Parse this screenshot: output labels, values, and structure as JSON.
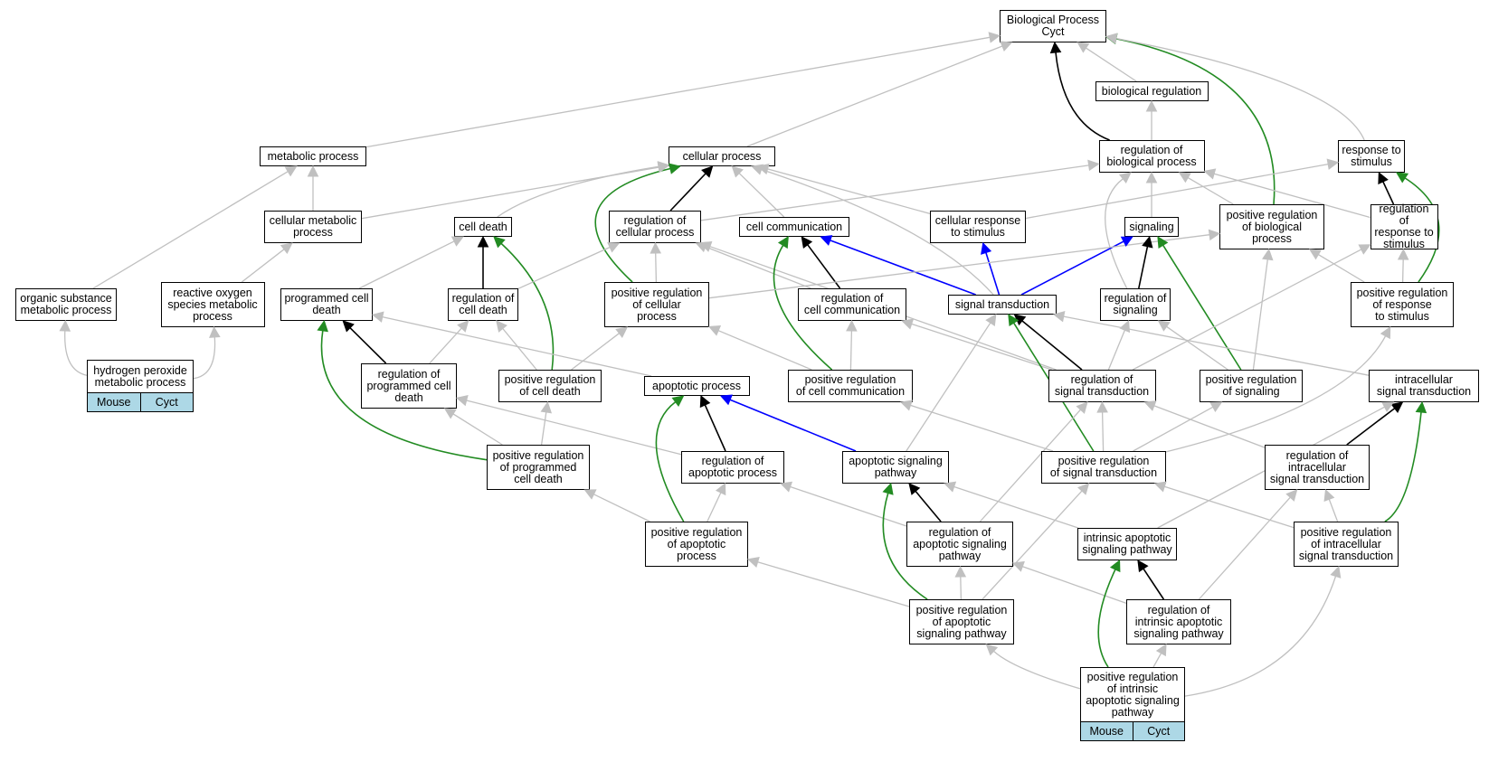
{
  "colors": {
    "gray": "#c0c0c0",
    "black": "#000000",
    "green": "#228b22",
    "blue": "#0000ff",
    "organism_fill": "#add8e6"
  },
  "organisms": [
    "Mouse",
    "Cyct"
  ],
  "nodes": [
    {
      "id": "bp",
      "label": "Biological Process\nCyct"
    },
    {
      "id": "bioreg",
      "label": "biological regulation"
    },
    {
      "id": "metab",
      "label": "metabolic process"
    },
    {
      "id": "cellproc",
      "label": "cellular process"
    },
    {
      "id": "regbio",
      "label": "regulation of\nbiological process"
    },
    {
      "id": "resp",
      "label": "response to\nstimulus"
    },
    {
      "id": "cellmetab",
      "label": "cellular metabolic\nprocess"
    },
    {
      "id": "celldeath",
      "label": "cell death"
    },
    {
      "id": "regcell",
      "label": "regulation of\ncellular process"
    },
    {
      "id": "cellcomm",
      "label": "cell communication"
    },
    {
      "id": "cellresp",
      "label": "cellular response\nto stimulus"
    },
    {
      "id": "signaling",
      "label": "signaling"
    },
    {
      "id": "posregbio",
      "label": "positive regulation\nof biological\nprocess"
    },
    {
      "id": "regresp",
      "label": "regulation of\nresponse to\nstimulus"
    },
    {
      "id": "orgsub",
      "label": "organic substance\nmetabolic process"
    },
    {
      "id": "ros",
      "label": "reactive oxygen\nspecies metabolic\nprocess"
    },
    {
      "id": "pcd",
      "label": "programmed cell\ndeath"
    },
    {
      "id": "regcd",
      "label": "regulation of\ncell death"
    },
    {
      "id": "posregcell",
      "label": "positive regulation\nof cellular\nprocess"
    },
    {
      "id": "regcomm",
      "label": "regulation of\ncell communication"
    },
    {
      "id": "sigtrans",
      "label": "signal transduction"
    },
    {
      "id": "regsig",
      "label": "regulation of\nsignaling"
    },
    {
      "id": "posregresp",
      "label": "positive regulation\nof response\nto stimulus"
    },
    {
      "id": "h2o2",
      "label": "hydrogen peroxide\nmetabolic process",
      "organisms": true
    },
    {
      "id": "regpcd",
      "label": "regulation of\nprogrammed cell\ndeath"
    },
    {
      "id": "posregcd",
      "label": "positive regulation\nof cell death"
    },
    {
      "id": "apop",
      "label": "apoptotic process"
    },
    {
      "id": "posregcomm",
      "label": "positive regulation\nof cell communication"
    },
    {
      "id": "regst",
      "label": "regulation of\nsignal transduction"
    },
    {
      "id": "posregsig",
      "label": "positive regulation\nof signaling"
    },
    {
      "id": "ist",
      "label": "intracellular\nsignal transduction"
    },
    {
      "id": "posregpcd",
      "label": "positive regulation\nof programmed\ncell death"
    },
    {
      "id": "regapop",
      "label": "regulation of\napoptotic process"
    },
    {
      "id": "apsig",
      "label": "apoptotic signaling\npathway"
    },
    {
      "id": "posregst",
      "label": "positive regulation\nof signal transduction"
    },
    {
      "id": "regist",
      "label": "regulation of\nintracellular\nsignal transduction"
    },
    {
      "id": "posregapop",
      "label": "positive regulation\nof apoptotic\nprocess"
    },
    {
      "id": "regapsig",
      "label": "regulation of\napoptotic signaling\npathway"
    },
    {
      "id": "intrap",
      "label": "intrinsic apoptotic\nsignaling pathway"
    },
    {
      "id": "posregist",
      "label": "positive regulation\nof intracellular\nsignal transduction"
    },
    {
      "id": "posregapsig",
      "label": "positive regulation\nof apoptotic\nsignaling pathway"
    },
    {
      "id": "regintrap",
      "label": "regulation of\nintrinsic apoptotic\nsignaling pathway"
    },
    {
      "id": "posregintrap",
      "label": "positive regulation\nof intrinsic\napoptotic signaling\npathway",
      "organisms": true
    }
  ],
  "edges": [
    {
      "from": "metab",
      "to": "bp",
      "type": "gray"
    },
    {
      "from": "cellproc",
      "to": "bp",
      "type": "gray"
    },
    {
      "from": "regbio",
      "to": "bp",
      "type": "black"
    },
    {
      "from": "bioreg",
      "to": "bp",
      "type": "gray"
    },
    {
      "from": "posregbio",
      "to": "bp",
      "type": "green"
    },
    {
      "from": "resp",
      "to": "bp",
      "type": "gray"
    },
    {
      "from": "regbio",
      "to": "bioreg",
      "type": "gray"
    },
    {
      "from": "cellmetab",
      "to": "metab",
      "type": "gray"
    },
    {
      "from": "orgsub",
      "to": "metab",
      "type": "gray"
    },
    {
      "from": "cellmetab",
      "to": "cellproc",
      "type": "gray"
    },
    {
      "from": "celldeath",
      "to": "cellproc",
      "type": "gray"
    },
    {
      "from": "regcell",
      "to": "cellproc",
      "type": "black"
    },
    {
      "from": "cellcomm",
      "to": "cellproc",
      "type": "gray"
    },
    {
      "from": "cellresp",
      "to": "cellproc",
      "type": "gray"
    },
    {
      "from": "sigtrans",
      "to": "cellproc",
      "type": "gray"
    },
    {
      "from": "posregcell",
      "to": "cellproc",
      "type": "green"
    },
    {
      "from": "regcell",
      "to": "regbio",
      "type": "gray"
    },
    {
      "from": "signaling",
      "to": "regbio",
      "type": "gray"
    },
    {
      "from": "regsig",
      "to": "regbio",
      "type": "gray"
    },
    {
      "from": "posregbio",
      "to": "regbio",
      "type": "gray"
    },
    {
      "from": "regresp",
      "to": "regbio",
      "type": "gray"
    },
    {
      "from": "cellresp",
      "to": "resp",
      "type": "gray"
    },
    {
      "from": "regresp",
      "to": "resp",
      "type": "black"
    },
    {
      "from": "posregresp",
      "to": "resp",
      "type": "green"
    },
    {
      "from": "ros",
      "to": "cellmetab",
      "type": "gray"
    },
    {
      "from": "pcd",
      "to": "celldeath",
      "type": "gray"
    },
    {
      "from": "regcd",
      "to": "celldeath",
      "type": "black"
    },
    {
      "from": "posregcd",
      "to": "celldeath",
      "type": "green"
    },
    {
      "from": "regcd",
      "to": "regcell",
      "type": "gray"
    },
    {
      "from": "posregcell",
      "to": "regcell",
      "type": "gray"
    },
    {
      "from": "regcomm",
      "to": "regcell",
      "type": "gray"
    },
    {
      "from": "regst",
      "to": "regcell",
      "type": "gray"
    },
    {
      "from": "regcomm",
      "to": "cellcomm",
      "type": "black"
    },
    {
      "from": "posregcomm",
      "to": "cellcomm",
      "type": "green"
    },
    {
      "from": "sigtrans",
      "to": "cellcomm",
      "type": "blue"
    },
    {
      "from": "sigtrans",
      "to": "cellresp",
      "type": "blue"
    },
    {
      "from": "sigtrans",
      "to": "signaling",
      "type": "blue"
    },
    {
      "from": "regsig",
      "to": "signaling",
      "type": "black"
    },
    {
      "from": "posregsig",
      "to": "signaling",
      "type": "green"
    },
    {
      "from": "posregcell",
      "to": "posregbio",
      "type": "gray"
    },
    {
      "from": "posregsig",
      "to": "posregbio",
      "type": "gray"
    },
    {
      "from": "posregresp",
      "to": "posregbio",
      "type": "gray"
    },
    {
      "from": "regst",
      "to": "regresp",
      "type": "gray"
    },
    {
      "from": "posregresp",
      "to": "regresp",
      "type": "gray"
    },
    {
      "from": "h2o2",
      "to": "orgsub",
      "type": "gray"
    },
    {
      "from": "h2o2",
      "to": "ros",
      "type": "gray"
    },
    {
      "from": "regpcd",
      "to": "pcd",
      "type": "black"
    },
    {
      "from": "apop",
      "to": "pcd",
      "type": "gray"
    },
    {
      "from": "posregpcd",
      "to": "pcd",
      "type": "green"
    },
    {
      "from": "regpcd",
      "to": "regcd",
      "type": "gray"
    },
    {
      "from": "posregcd",
      "to": "regcd",
      "type": "gray"
    },
    {
      "from": "posregcd",
      "to": "posregcell",
      "type": "gray"
    },
    {
      "from": "posregcomm",
      "to": "posregcell",
      "type": "gray"
    },
    {
      "from": "posregcomm",
      "to": "regcomm",
      "type": "gray"
    },
    {
      "from": "regst",
      "to": "regcomm",
      "type": "gray"
    },
    {
      "from": "regst",
      "to": "sigtrans",
      "type": "black"
    },
    {
      "from": "ist",
      "to": "sigtrans",
      "type": "gray"
    },
    {
      "from": "apsig",
      "to": "sigtrans",
      "type": "gray"
    },
    {
      "from": "posregst",
      "to": "sigtrans",
      "type": "green"
    },
    {
      "from": "regst",
      "to": "regsig",
      "type": "gray"
    },
    {
      "from": "posregsig",
      "to": "regsig",
      "type": "gray"
    },
    {
      "from": "posregst",
      "to": "posregresp",
      "type": "gray"
    },
    {
      "from": "posregpcd",
      "to": "regpcd",
      "type": "gray"
    },
    {
      "from": "regapop",
      "to": "regpcd",
      "type": "gray"
    },
    {
      "from": "posregpcd",
      "to": "posregcd",
      "type": "gray"
    },
    {
      "from": "regapop",
      "to": "apop",
      "type": "black"
    },
    {
      "from": "apsig",
      "to": "apop",
      "type": "blue"
    },
    {
      "from": "posregapop",
      "to": "apop",
      "type": "green"
    },
    {
      "from": "posregst",
      "to": "posregcomm",
      "type": "gray"
    },
    {
      "from": "posregst",
      "to": "regst",
      "type": "gray"
    },
    {
      "from": "regapsig",
      "to": "regst",
      "type": "gray"
    },
    {
      "from": "regist",
      "to": "regst",
      "type": "gray"
    },
    {
      "from": "posregst",
      "to": "posregsig",
      "type": "gray"
    },
    {
      "from": "regist",
      "to": "ist",
      "type": "black"
    },
    {
      "from": "intrap",
      "to": "ist",
      "type": "gray"
    },
    {
      "from": "posregist",
      "to": "ist",
      "type": "green"
    },
    {
      "from": "posregapop",
      "to": "posregpcd",
      "type": "gray"
    },
    {
      "from": "posregapop",
      "to": "regapop",
      "type": "gray"
    },
    {
      "from": "regapsig",
      "to": "regapop",
      "type": "gray"
    },
    {
      "from": "regapsig",
      "to": "apsig",
      "type": "black"
    },
    {
      "from": "intrap",
      "to": "apsig",
      "type": "gray"
    },
    {
      "from": "posregapsig",
      "to": "apsig",
      "type": "green"
    },
    {
      "from": "posregist",
      "to": "posregst",
      "type": "gray"
    },
    {
      "from": "posregapsig",
      "to": "posregst",
      "type": "gray"
    },
    {
      "from": "posregist",
      "to": "regist",
      "type": "gray"
    },
    {
      "from": "regintrap",
      "to": "regist",
      "type": "gray"
    },
    {
      "from": "posregapsig",
      "to": "posregapop",
      "type": "gray"
    },
    {
      "from": "posregapsig",
      "to": "regapsig",
      "type": "gray"
    },
    {
      "from": "regintrap",
      "to": "regapsig",
      "type": "gray"
    },
    {
      "from": "regintrap",
      "to": "intrap",
      "type": "black"
    },
    {
      "from": "posregintrap",
      "to": "intrap",
      "type": "green"
    },
    {
      "from": "posregintrap",
      "to": "posregapsig",
      "type": "gray"
    },
    {
      "from": "posregintrap",
      "to": "regintrap",
      "type": "gray"
    },
    {
      "from": "posregintrap",
      "to": "posregist",
      "type": "gray"
    }
  ]
}
